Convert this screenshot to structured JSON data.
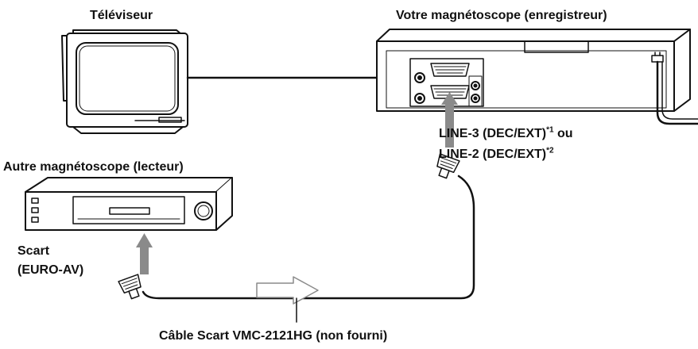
{
  "labels": {
    "tv": "Téléviseur",
    "recorder": "Votre magnétoscope (enregistreur)",
    "player": "Autre magnétoscope (lecteur)",
    "line3": {
      "text": "LINE-3 (DEC/EXT)",
      "sup": "*1",
      "suffix": " ou"
    },
    "line2": {
      "text": "LINE-2 (DEC/EXT)",
      "sup": "*2"
    },
    "scart": "Scart",
    "euroav": "(EURO-AV)",
    "cable": "Câble Scart VMC-2121HG (non fourni)"
  },
  "colors": {
    "line": "#111111",
    "arrow": "#8a8a8a",
    "background": "#ffffff"
  }
}
